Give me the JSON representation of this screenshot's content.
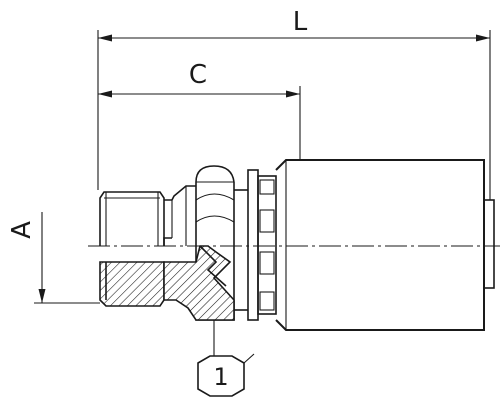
{
  "drawing": {
    "dimensions": {
      "overall_length_label": "L",
      "cut_length_label": "C",
      "thread_label": "A"
    },
    "callout": {
      "hex_label": "1"
    },
    "colors": {
      "line": "#1a1a1a",
      "background": "#ffffff"
    }
  }
}
